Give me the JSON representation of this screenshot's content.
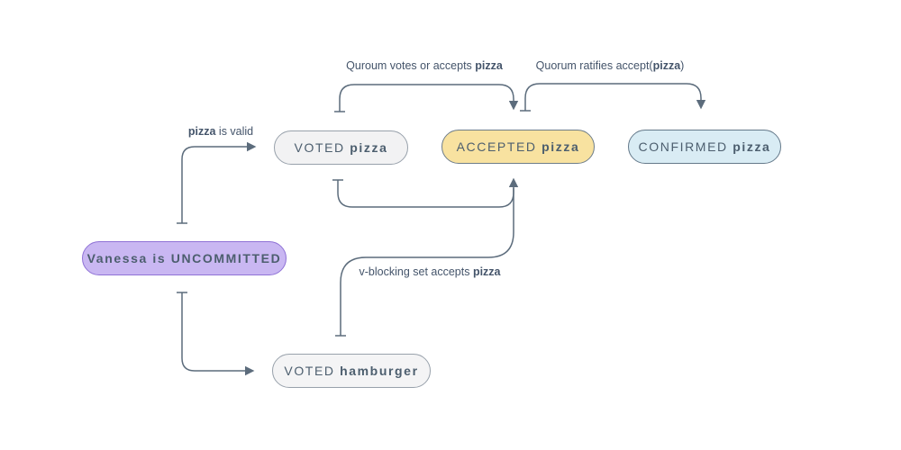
{
  "diagram": {
    "title_hint": "state transition diagram",
    "background": "#ffffff",
    "stroke_color": "#5c6c7c",
    "node_text_color": "#4c5e6e",
    "label_text_color": "#44546a",
    "nodes": [
      {
        "id": "uncommitted",
        "label_prefix": "",
        "label_bold": "Vanessa is UNCOMMITTED",
        "fill": "#c9b7f2",
        "border": "#8f72d6"
      },
      {
        "id": "voted-pizza",
        "label_prefix": "VOTED ",
        "label_bold": "pizza",
        "fill": "#f2f2f3",
        "border": "#98a1ab"
      },
      {
        "id": "accepted-pizza",
        "label_prefix": "ACCEPTED ",
        "label_bold": "pizza",
        "fill": "#f8e2a0",
        "border": "#6e7d89"
      },
      {
        "id": "confirmed-pizza",
        "label_prefix": "CONFIRMED ",
        "label_bold": "pizza",
        "fill": "#d9ecf4",
        "border": "#64798a"
      },
      {
        "id": "voted-hamburger",
        "label_prefix": "VOTED ",
        "label_bold": "hamburger",
        "fill": "#f4f4f5",
        "border": "#98a1ab"
      }
    ],
    "edge_labels": [
      {
        "id": "quorum-votes",
        "prefix": "Quroum votes or accepts ",
        "bold": "pizza",
        "suffix": ""
      },
      {
        "id": "quorum-ratifies",
        "prefix": "Quorum ratifies accept(",
        "bold": "pizza",
        "suffix": ")"
      },
      {
        "id": "pizza-valid",
        "prefix": "",
        "bold": "pizza",
        "suffix": " is valid"
      },
      {
        "id": "v-blocking",
        "prefix": "v-blocking set accepts ",
        "bold": "pizza",
        "suffix": ""
      }
    ]
  }
}
